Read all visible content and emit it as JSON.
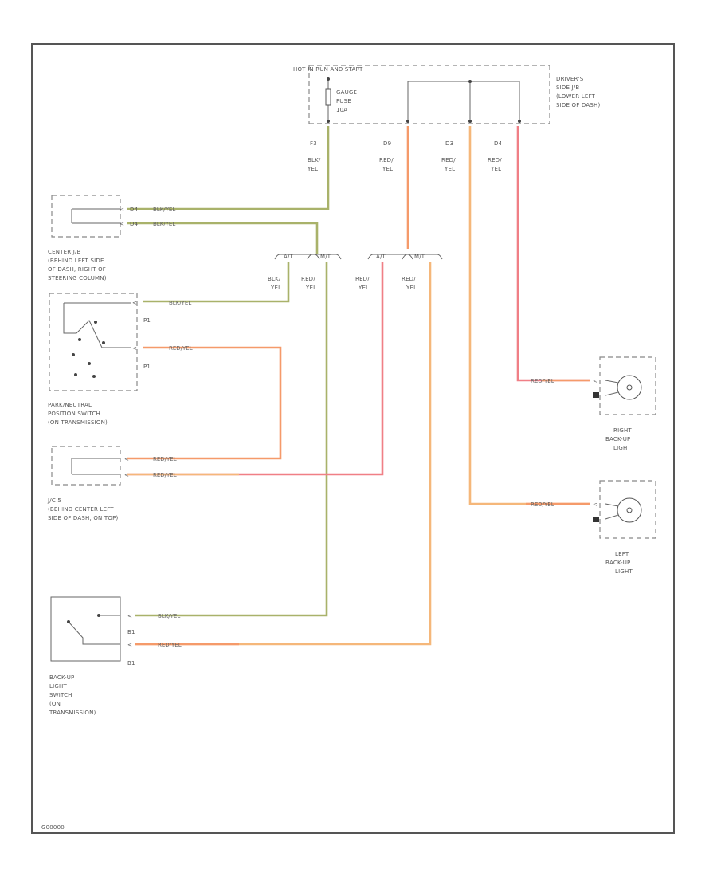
{
  "diagram": {
    "top_label": "HOT IN RUN AND START",
    "fuse": [
      "GAUGE",
      "FUSE",
      "10A"
    ],
    "driver_jb": [
      "DRIVER'S",
      "SIDE J/B",
      "(LOWER LEFT",
      "SIDE OF DASH)"
    ],
    "pins_top": {
      "p1": "F3",
      "p2": "D9",
      "p3": "D3",
      "p4": "D4"
    },
    "wire_labels": {
      "by_top": [
        "BLK/",
        "YEL"
      ],
      "ry_d9": [
        "RED/",
        "YEL"
      ],
      "ry_d3": [
        "RED/",
        "YEL"
      ],
      "ry_d4": [
        "RED/",
        "YEL"
      ],
      "by_mid": [
        "BLK/",
        "YEL"
      ],
      "ry_mid1": [
        "RED/",
        "YEL"
      ],
      "ry_mid2": [
        "RED/",
        "YEL"
      ],
      "ry_mid3": [
        "RED/",
        "YEL"
      ]
    },
    "splice1": {
      "at": "A/T",
      "mt": "M/T"
    },
    "splice2": {
      "at": "A/T",
      "mt": "M/T"
    },
    "center_jb": {
      "pin_a": "D4",
      "pin_b": "D4",
      "wire_a": "BLK/YEL",
      "wire_b": "BLK/YEL",
      "caption": [
        "CENTER J/B",
        "(BEHIND LEFT SIDE",
        "OF DASH, RIGHT OF",
        "STEERING COLUMN)"
      ]
    },
    "park_switch": {
      "pin_top": "P1",
      "pin_bot": "P1",
      "wire_top": "BLK/YEL",
      "wire_bot": "RED/YEL",
      "caption": [
        "PARK/NEUTRAL",
        "POSITION SWITCH",
        "(ON TRANSMISSION)"
      ]
    },
    "jc5": {
      "wire_a": "RED/YEL",
      "wire_b": "RED/YEL",
      "caption": [
        "J/C 5",
        "(BEHIND CENTER LEFT",
        "SIDE OF DASH, ON TOP)"
      ]
    },
    "backup_switch": {
      "pin_a": "B1",
      "pin_b": "B1",
      "wire_a": "BLK/YEL",
      "wire_b": "RED/YEL",
      "caption": [
        "BACK-UP",
        "LIGHT",
        "SWITCH",
        "(ON",
        "TRANSMISSION)"
      ]
    },
    "right_light": {
      "wire": "RED/YEL",
      "caption": [
        "RIGHT",
        "BACK-UP",
        "LIGHT"
      ]
    },
    "left_light": {
      "wire": "RED/YEL",
      "caption": [
        "LEFT",
        "BACK-UP",
        "LIGHT"
      ]
    },
    "footer_code": "G00000"
  }
}
